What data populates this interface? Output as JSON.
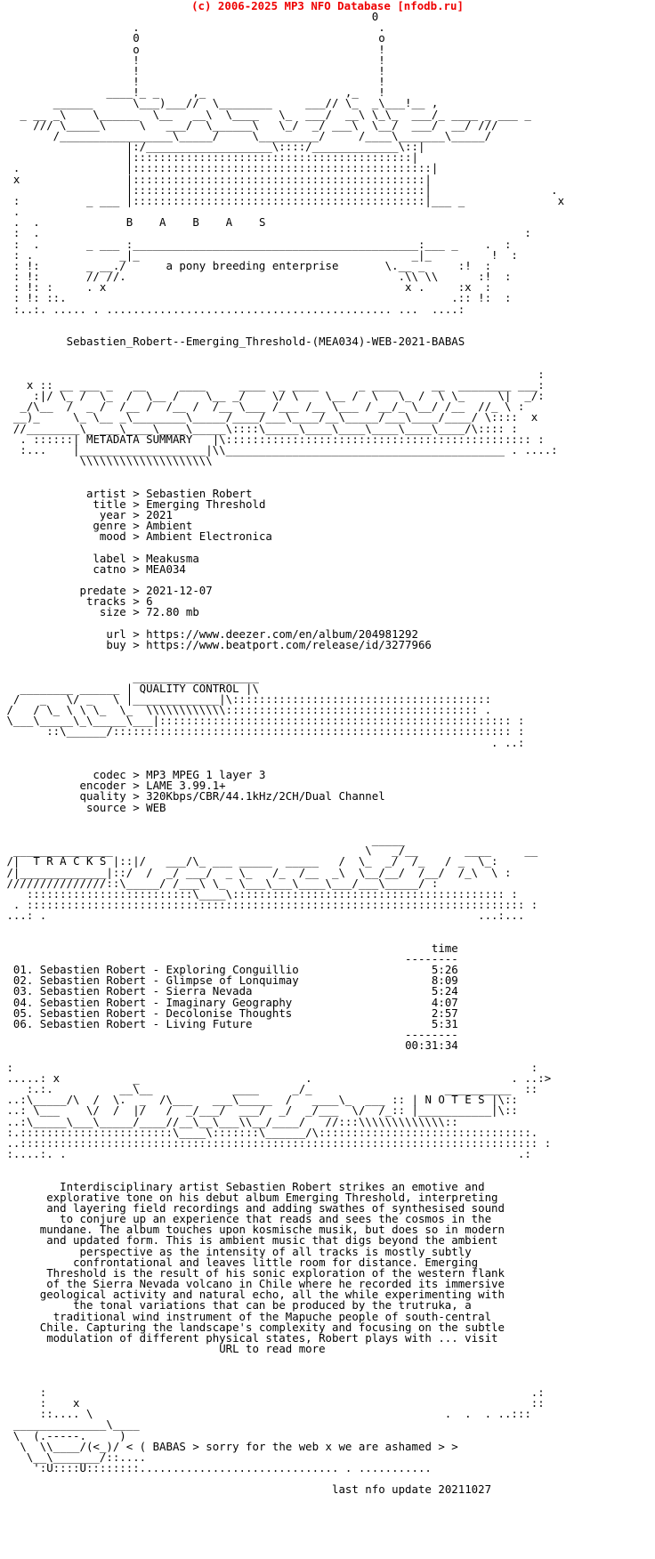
{
  "banner": "(c) 2006-2025 MP3 NFO Database [nfodb.ru]",
  "release_name": "Sebastien_Robert--Emerging_Threshold-(MEA034)-WEB-2021-BABAS",
  "header_art": {
    "group_letters": "B    A    B    A    S",
    "tagline": "a pony breeding enterprise"
  },
  "metadata": {
    "section_title": "METADATA SUMMARY",
    "artist": "Sebastien Robert",
    "title": "Emerging Threshold",
    "year": "2021",
    "genre": "Ambient",
    "mood": "Ambient Electronica",
    "label": "Meakusma",
    "catno": "MEA034",
    "predate": "2021-12-07",
    "tracks": "6",
    "size": "72.80 mb",
    "url": "https://www.deezer.com/en/album/204981292",
    "buy": "https://www.beatport.com/release/id/3277966"
  },
  "quality": {
    "section_title": "QUALITY CONTROL",
    "codec": "MP3 MPEG 1 layer 3",
    "encoder": "LAME 3.99.1+",
    "quality": "320Kbps/CBR/44.1kHz/2CH/Dual Channel",
    "source": "WEB"
  },
  "tracklist": {
    "section_title": "T R A C K S",
    "time_header": "time",
    "items": [
      {
        "no": "01.",
        "title": "Sebastien Robert - Exploring Conguillio",
        "time": "5:26"
      },
      {
        "no": "02.",
        "title": "Sebastien Robert - Glimpse of Lonquimay",
        "time": "8:09"
      },
      {
        "no": "03.",
        "title": "Sebastien Robert - Sierra Nevada",
        "time": "5:24"
      },
      {
        "no": "04.",
        "title": "Sebastien Robert - Imaginary Geography",
        "time": "4:07"
      },
      {
        "no": "05.",
        "title": "Sebastien Robert - Decolonise Thoughts",
        "time": "2:57"
      },
      {
        "no": "06.",
        "title": "Sebastien Robert - Living Future",
        "time": "5:31"
      }
    ],
    "total": "00:31:34"
  },
  "notes": {
    "section_title": "N O T E S",
    "lines": [
      "Interdisciplinary artist Sebastien Robert strikes an emotive and",
      "explorative tone on his debut album Emerging Threshold, interpreting",
      "and layering field recordings and adding swathes of synthesised sound",
      "to conjure up an experience that reads and sees the cosmos in the",
      "mundane. The album touches upon kosmische musik, but does so in modern",
      "and updated form. This is ambient music that digs beyond the ambient",
      "perspective as the intensity of all tracks is mostly subtly",
      "confrontational and leaves little room for distance. Emerging",
      "Threshold is the result of his sonic exploration of the western flank",
      "of the Sierra Nevada volcano in Chile where he recorded its immersive",
      "geological activity and natural echo, all the while experimenting with",
      "the tonal variations that can be produced by the trutruka, a",
      "traditional wind instrument of the Mapuche people of south-central",
      "Chile. Capturing the landscape's complexity and focusing on the subtle",
      "modulation of different physical states, Robert plays with ... visit",
      "URL to read more"
    ]
  },
  "footer": {
    "message": "< ( BABAS > sorry for the web x we are ashamed > >",
    "update": "last nfo update 20211027"
  }
}
